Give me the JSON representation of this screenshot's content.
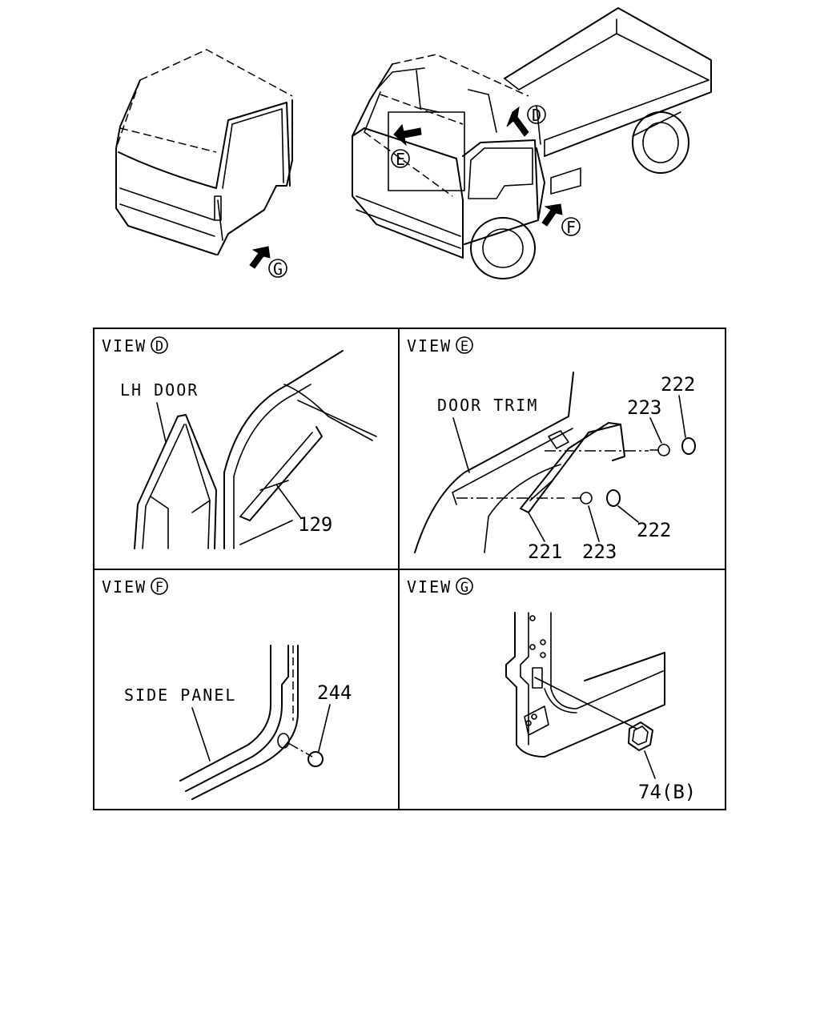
{
  "overview": {
    "callouts": {
      "d": "D",
      "e": "E",
      "f": "F",
      "g": "G"
    }
  },
  "panels": {
    "view_d": {
      "title_prefix": "VIEW",
      "title_letter": "D",
      "labels": {
        "lh_door": "LH DOOR",
        "part_129": "129"
      }
    },
    "view_e": {
      "title_prefix": "VIEW",
      "title_letter": "E",
      "labels": {
        "door_trim": "DOOR TRIM",
        "part_222_top": "222",
        "part_223_top": "223",
        "part_222_bottom": "222",
        "part_221": "221",
        "part_223_bottom": "223"
      }
    },
    "view_f": {
      "title_prefix": "VIEW",
      "title_letter": "F",
      "labels": {
        "side_panel": "SIDE PANEL",
        "part_244": "244"
      }
    },
    "view_g": {
      "title_prefix": "VIEW",
      "title_letter": "G",
      "labels": {
        "part_74b": "74(B)"
      }
    }
  }
}
